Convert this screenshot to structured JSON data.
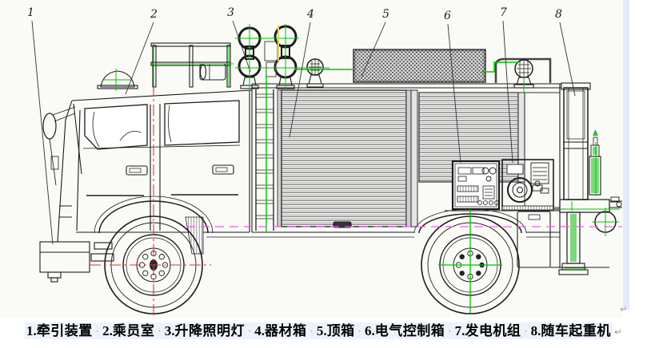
{
  "drawing": {
    "title": "rescue fire truck side elevation drawing",
    "callouts": [
      {
        "num": "1",
        "part": "牵引装置"
      },
      {
        "num": "2",
        "part": "乘员室"
      },
      {
        "num": "3",
        "part": "升降照明灯"
      },
      {
        "num": "4",
        "part": "器材箱"
      },
      {
        "num": "5",
        "part": "顶箱"
      },
      {
        "num": "6",
        "part": "电气控制箱"
      },
      {
        "num": "7",
        "part": "发电机组"
      },
      {
        "num": "8",
        "part": "随车起重机"
      }
    ],
    "colors": {
      "line": "#1c1c1c",
      "centerline_red": "#e63232",
      "centerline_green": "#00c400",
      "phantom_magenta": "#f05ef0",
      "accent_yellow": "#ddd45a",
      "page_edge_blue": "#e3edf9",
      "paper": "#fafbf7"
    }
  },
  "marks": {
    "return_mark": "↵"
  },
  "caption": {
    "separator": "·",
    "items": [
      {
        "num": "1.",
        "label": "牵引装置"
      },
      {
        "num": "2.",
        "label": "乘员室"
      },
      {
        "num": "3.",
        "label": "升降照明灯"
      },
      {
        "num": "4.",
        "label": "器材箱"
      },
      {
        "num": "5.",
        "label": "顶箱"
      },
      {
        "num": "6.",
        "label": "电气控制箱"
      },
      {
        "num": "7.",
        "label": "发电机组"
      },
      {
        "num": "8.",
        "label": "随车起重机"
      }
    ]
  }
}
